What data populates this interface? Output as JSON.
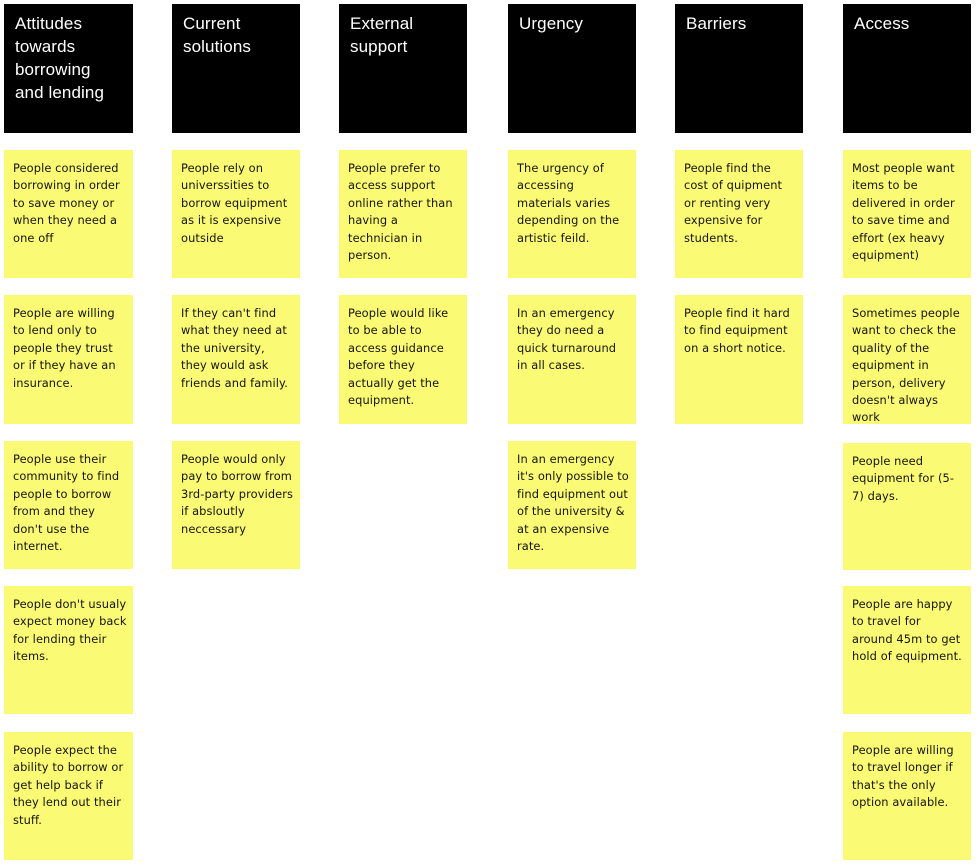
{
  "columns": [
    {
      "id": "attitudes",
      "title": "Attitudes towards borrowing and lending",
      "notes": [
        "People considered borrowing in order to save money or when they need a one off",
        "People are willing to lend only to people they trust or if they have an insurance.",
        "People use their community to find people  to borrow from and they don't use the internet.",
        "People don't usualy expect money back for lending their items.",
        "People expect the ability to borrow or get help back if they lend out their stuff."
      ]
    },
    {
      "id": "current-solutions",
      "title": "Current solutions",
      "notes": [
        "People rely on universsities to borrow equipment as it is expensive outside",
        "If they can't find what they need at the university, they would ask friends and family.",
        "People would only pay to borrow from 3rd-party providers if absloutly neccessary"
      ]
    },
    {
      "id": "external-support",
      "title": "External support",
      "notes": [
        "People prefer to access support online rather than having a technician in person.",
        "People would like to be able to access guidance before they actually get the equipment."
      ]
    },
    {
      "id": "urgency",
      "title": "Urgency",
      "notes": [
        "The urgency of accessing materials varies depending on the artistic feild.",
        "In an emergency they do need a quick turnaround in all cases.",
        "In an emergency it's only possible to find equipment out of the university & at an expensive rate."
      ]
    },
    {
      "id": "barriers",
      "title": "Barriers",
      "notes": [
        "People find the cost of quipment or renting very expensive for students.",
        "People find it hard to find equipment on a short notice."
      ]
    },
    {
      "id": "access",
      "title": "Access",
      "notes": [
        "Most people want items to be delivered in order to save time and effort (ex heavy equipment)",
        "Sometimes people want to check the quality of the equipment in person, delivery doesn't always work",
        "People need equipment for (5-7) days.",
        "People are happy to travel for around 45m to get hold of equipment.",
        "People are willing to travel longer if that's the only option available."
      ]
    }
  ],
  "colors": {
    "header_bg": "#000000",
    "header_text": "#ffffff",
    "note_bg": "#fafa74",
    "note_text": "#141414",
    "board_bg": "#ffffff"
  }
}
